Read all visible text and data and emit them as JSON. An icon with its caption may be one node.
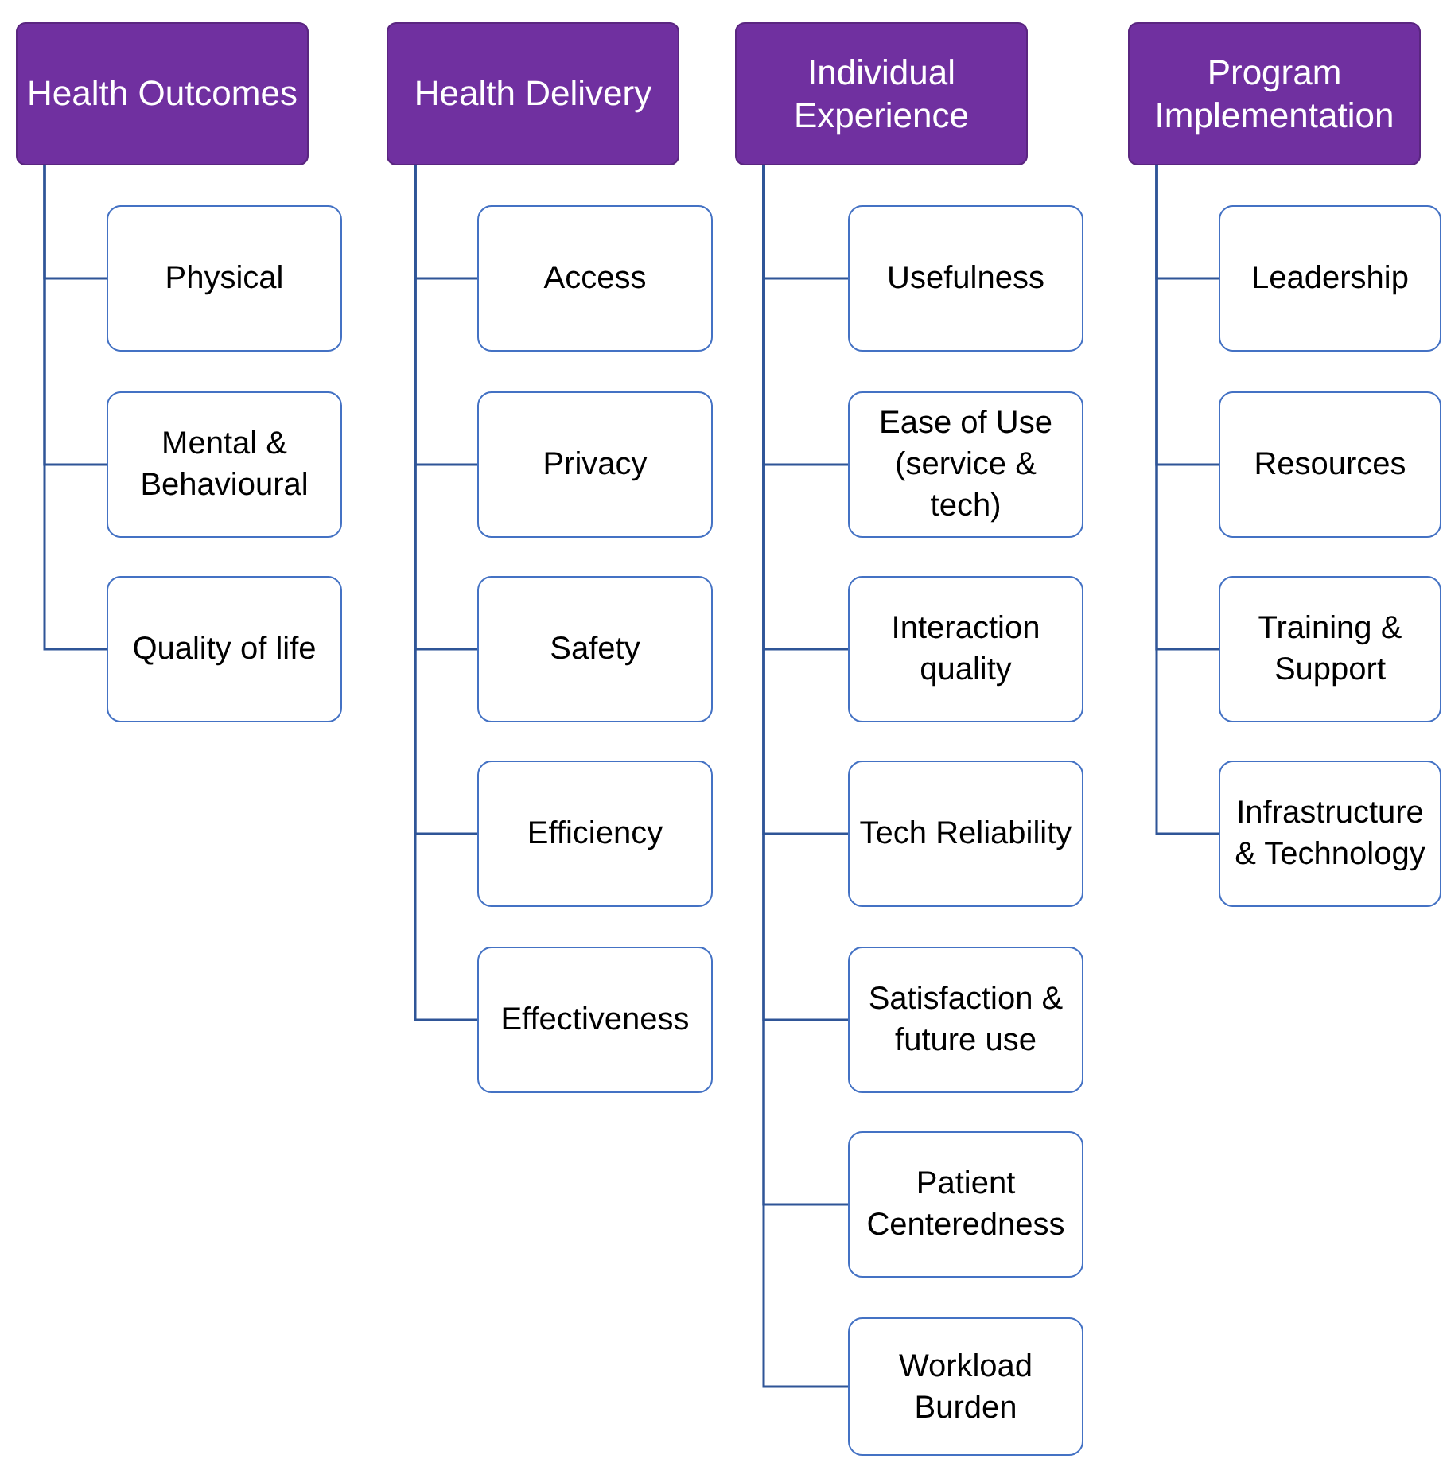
{
  "diagram": {
    "nodes": [
      {
        "text": [
          "Health Outcomes"
        ]
      },
      {
        "text": [
          "Physical"
        ]
      },
      {
        "text": [
          "Mental & Behavioural"
        ]
      },
      {
        "text": [
          "Quality of life"
        ]
      },
      {
        "text": [
          "Health Delivery"
        ]
      },
      {
        "text": [
          "Access"
        ]
      },
      {
        "text": [
          "Privacy"
        ]
      },
      {
        "text": [
          "Safety"
        ]
      },
      {
        "text": [
          "Efficiency"
        ]
      },
      {
        "text": [
          "Effectiveness"
        ]
      },
      {
        "text": [
          "Individual Experience"
        ]
      },
      {
        "text": [
          "Usefulness"
        ]
      },
      {
        "text": [
          "Ease of Use (service & tech)"
        ]
      },
      {
        "text": [
          "Interaction quality"
        ]
      },
      {
        "text": [
          "Tech Reliability"
        ]
      },
      {
        "text": [
          "Satisfaction & future use"
        ]
      },
      {
        "text": [
          "Patient Centeredness"
        ]
      },
      {
        "text": [
          "Workload Burden"
        ]
      },
      {
        "text": [
          "Program Implementation"
        ]
      },
      {
        "text": [
          "Leadership"
        ]
      },
      {
        "text": [
          "Resources"
        ]
      },
      {
        "text": [
          "Training & Support"
        ]
      },
      {
        "text": [
          "Infrastructure & Technology"
        ]
      }
    ],
    "edges": [
      {
        "from": 0,
        "to": 1,
        "arrow": "none"
      },
      {
        "from": 0,
        "to": 2,
        "arrow": "none"
      },
      {
        "from": 0,
        "to": 3,
        "arrow": "none"
      },
      {
        "from": 4,
        "to": 5,
        "arrow": "none"
      },
      {
        "from": 4,
        "to": 6,
        "arrow": "none"
      },
      {
        "from": 4,
        "to": 7,
        "arrow": "none"
      },
      {
        "from": 4,
        "to": 8,
        "arrow": "none"
      },
      {
        "from": 4,
        "to": 9,
        "arrow": "none"
      },
      {
        "from": 10,
        "to": 11,
        "arrow": "none"
      },
      {
        "from": 10,
        "to": 12,
        "arrow": "none"
      },
      {
        "from": 10,
        "to": 13,
        "arrow": "none"
      },
      {
        "from": 10,
        "to": 14,
        "arrow": "none"
      },
      {
        "from": 10,
        "to": 15,
        "arrow": "none"
      },
      {
        "from": 10,
        "to": 16,
        "arrow": "none"
      },
      {
        "from": 10,
        "to": 17,
        "arrow": "none"
      },
      {
        "from": 18,
        "to": 19,
        "arrow": "none"
      },
      {
        "from": 18,
        "to": 20,
        "arrow": "none"
      },
      {
        "from": 18,
        "to": 21,
        "arrow": "none"
      },
      {
        "from": 18,
        "to": 22,
        "arrow": "none"
      }
    ]
  }
}
